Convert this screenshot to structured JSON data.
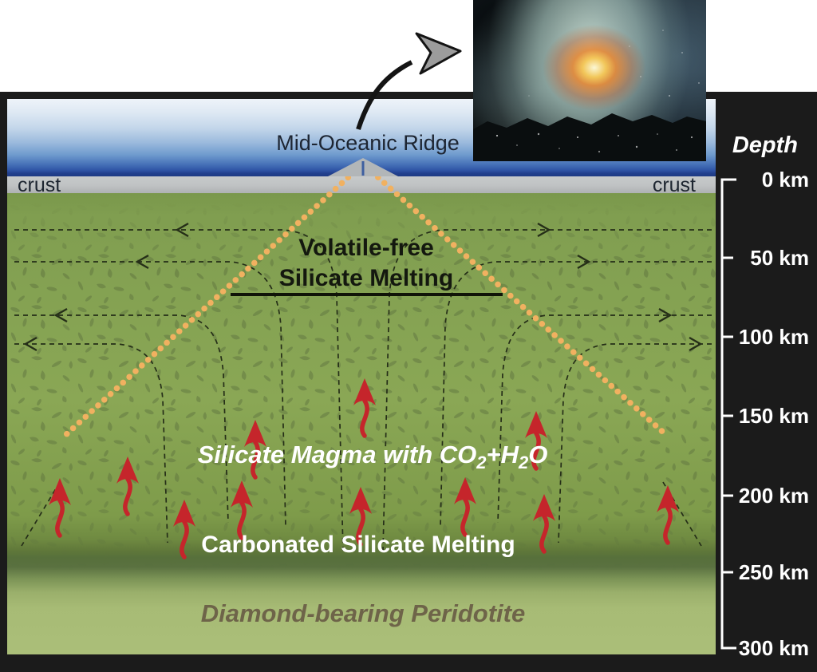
{
  "labels": {
    "ridge": "Mid-Oceanic Ridge",
    "crust_left": "crust",
    "crust_right": "crust",
    "volatile_free_line1": "Volatile-free",
    "volatile_free_line2": "Silicate Melting",
    "silicate_magma": {
      "p1": "Silicate Magma with CO",
      "sub1": "2",
      "p2": "+H",
      "sub2": "2",
      "p3": "O"
    },
    "carbonated": "Carbonated Silicate Melting",
    "peridotite": "Diamond-bearing Peridotite"
  },
  "depth_scale": {
    "title": "Depth",
    "ticks": [
      "0 km",
      "50 km",
      "100 km",
      "150 km",
      "200 km",
      "250 km",
      "300 km"
    ]
  },
  "colors": {
    "frame_black": "#1b1b1b",
    "ocean_deep_blue": "#22408d",
    "crust_gray": "#bfc2c3",
    "mantle_green": "#8aa755",
    "peridotite_green": "#abbf79",
    "solidus_orange": "#f1b160",
    "magma_arrow_red": "#c5252b",
    "flow_line_dark": "#252e18",
    "label_white": "#ffffff",
    "peridotite_text": "#6e6449"
  }
}
